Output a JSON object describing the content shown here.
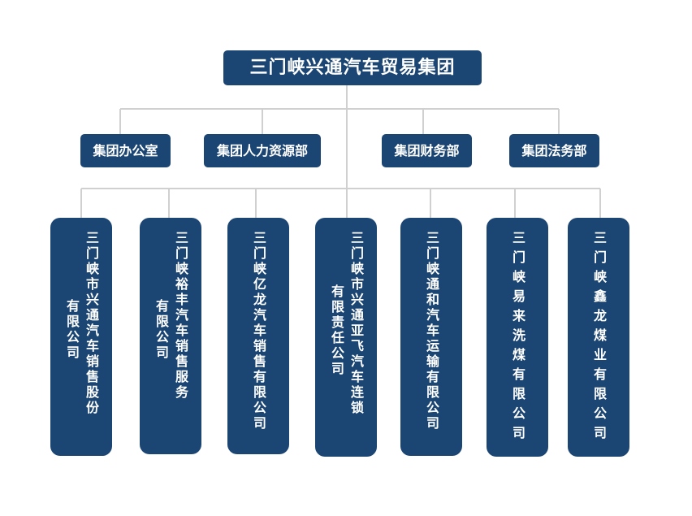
{
  "root": "三门峡兴通汽车贸易集团",
  "departments": [
    "集团办公室",
    "集团人力资源部",
    "集团财务部",
    "集团法务部"
  ],
  "subsidiaries": [
    {
      "name": "三门峡市兴通汽车销售股份有限公司",
      "col1": "三门峡市兴通汽车销售股份",
      "col2": "有限公司"
    },
    {
      "name": "三门峡裕丰汽车销售服务有限公司",
      "col1": "三门峡裕丰汽车销售服务",
      "col2": "有限公司"
    },
    {
      "name": "三门峡亿龙汽车销售有限公司",
      "col1": "三门峡亿龙汽车销售有限公司",
      "col2": ""
    },
    {
      "name": "三门峡市兴通亚飞汽车连锁有限责任公司",
      "col1": "三门峡市兴通亚飞汽车连锁",
      "col2": "有限责任公司"
    },
    {
      "name": "三门峡通和汽车运输有限公司",
      "col1": "三门峡通和汽车运输有限公司",
      "col2": ""
    },
    {
      "name": "三门峡易来洗煤有限公司",
      "col1": "三门峡易来洗煤有限公司",
      "col2": ""
    },
    {
      "name": "三门峡鑫龙煤业有限公司",
      "col1": "三门峡鑫龙煤业有限公司",
      "col2": ""
    }
  ],
  "colors": {
    "box": "#1b4572",
    "text": "#ffffff",
    "connector": "#d0d0d0"
  }
}
